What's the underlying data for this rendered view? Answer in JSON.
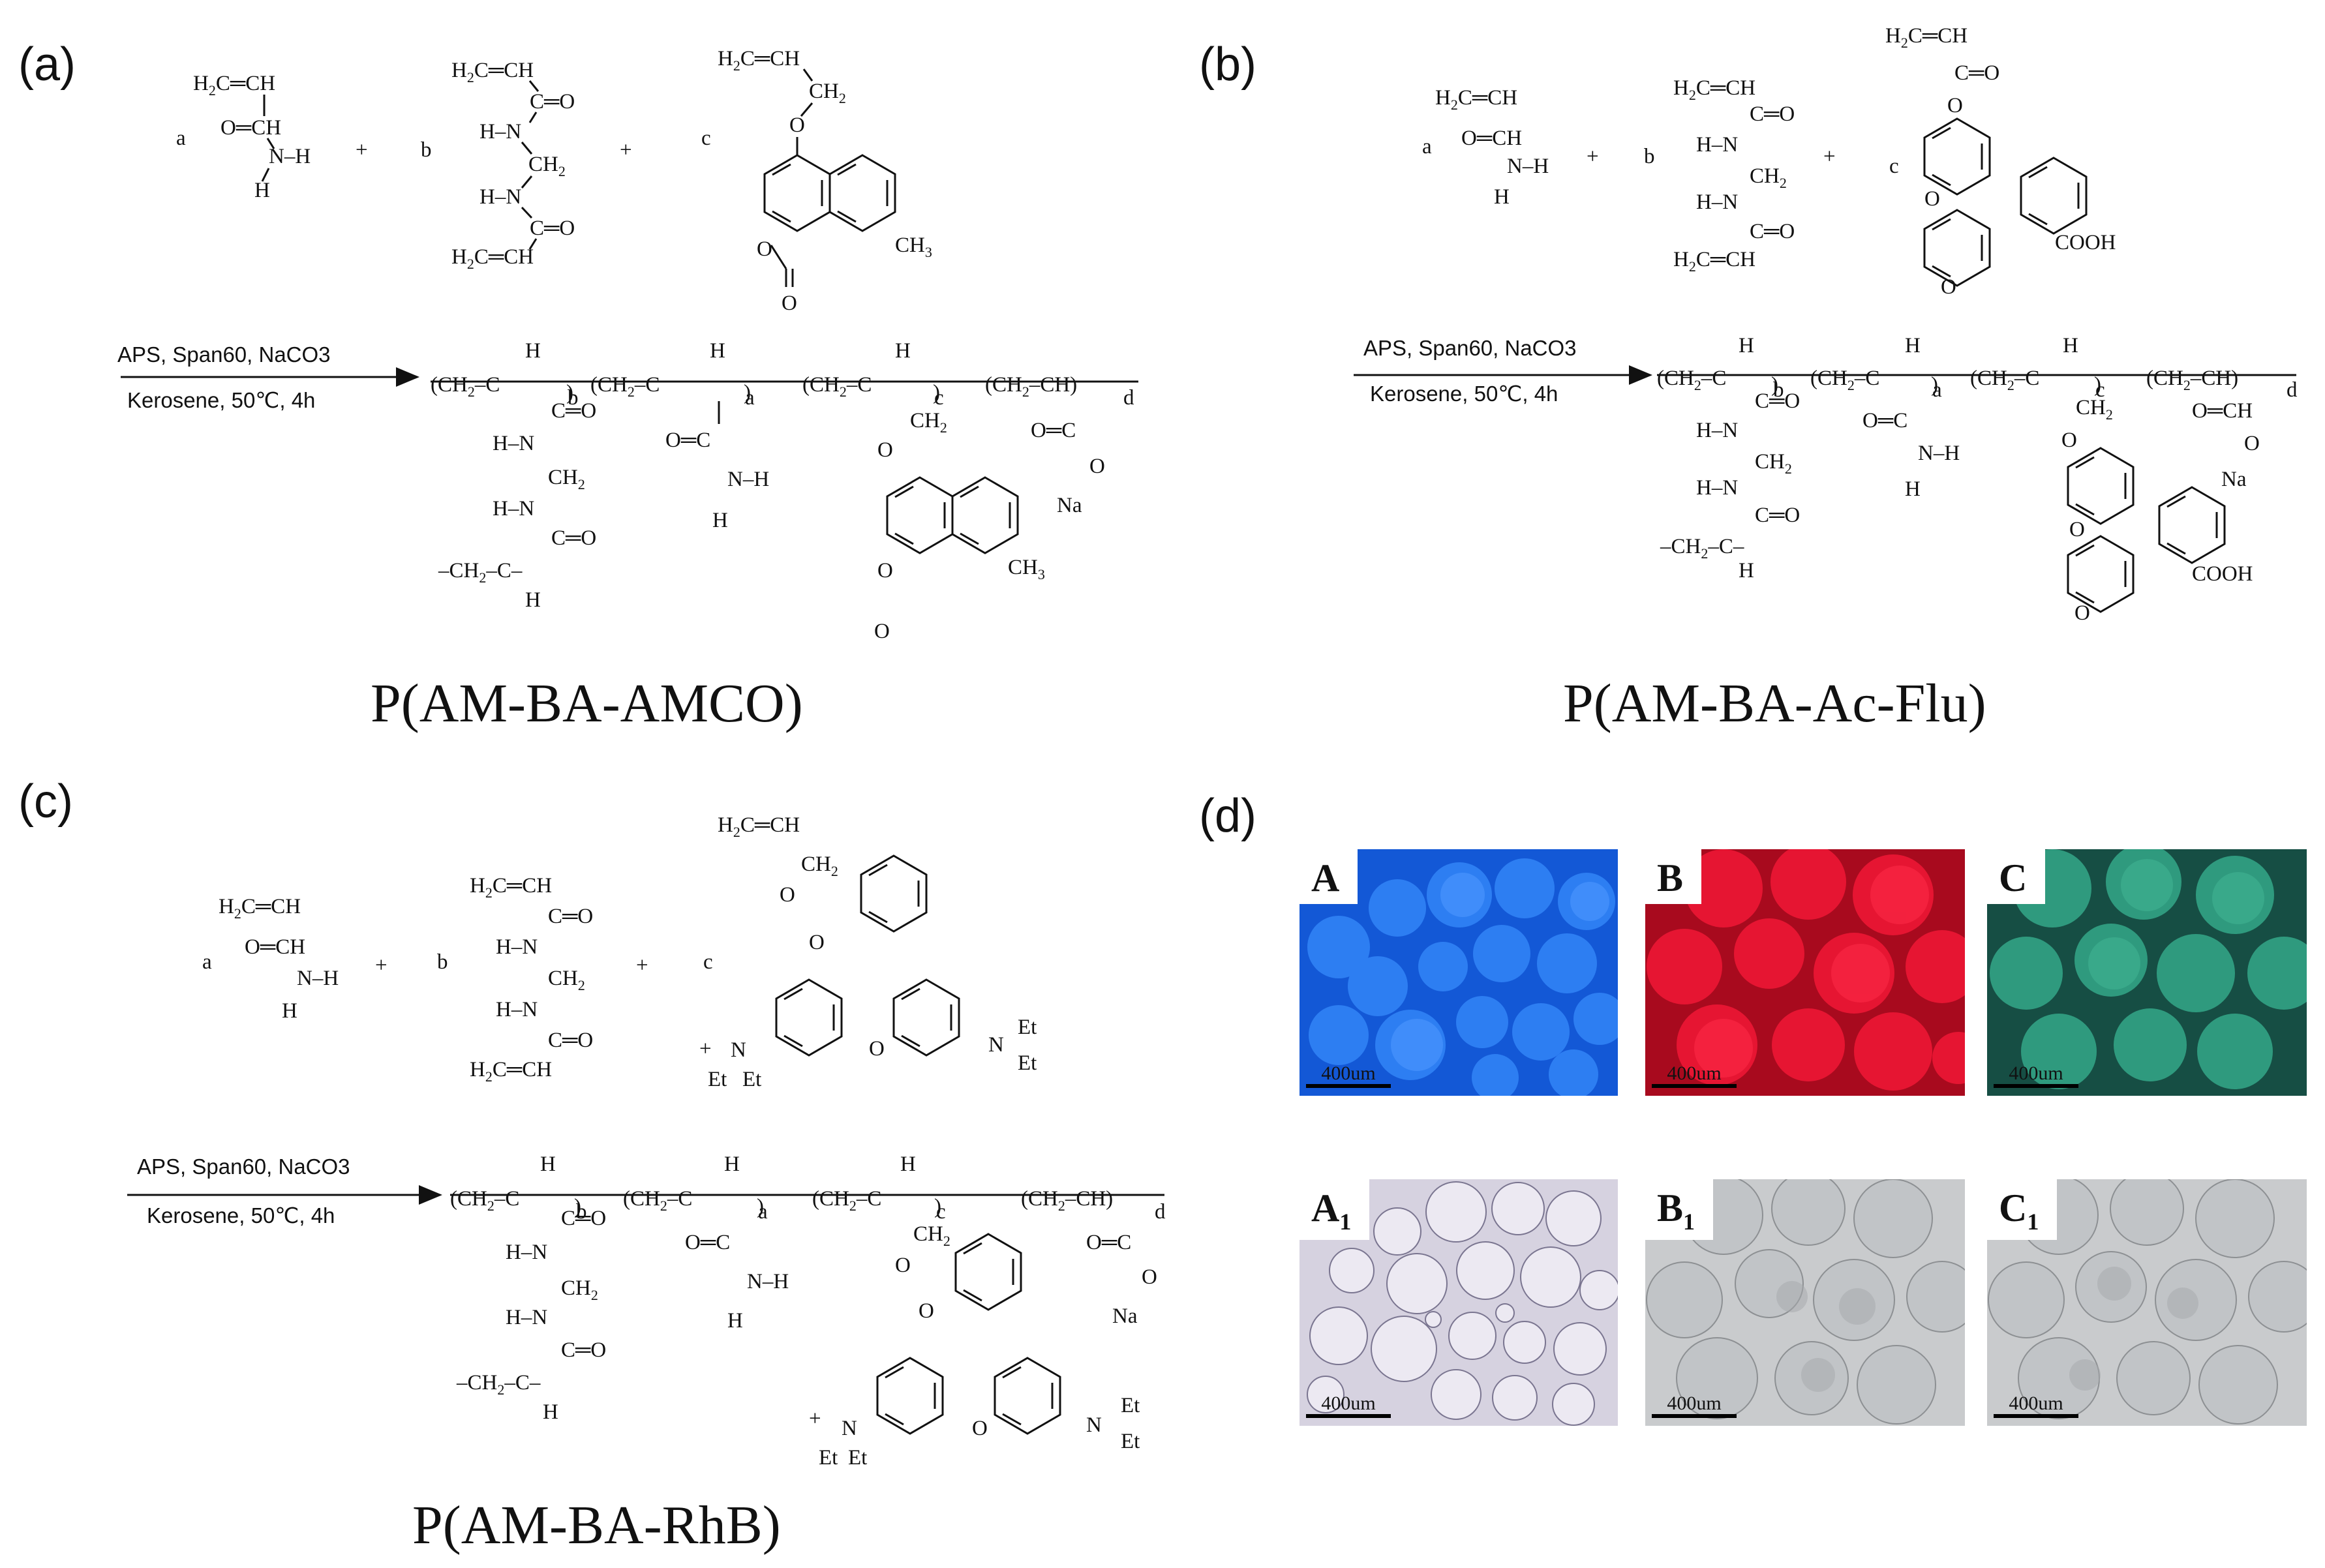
{
  "panels": {
    "a": {
      "label": "(a)",
      "product": "P(AM-BA-AMCO)"
    },
    "b": {
      "label": "(b)",
      "product": "P(AM-BA-Ac-Flu)"
    },
    "c": {
      "label": "(c)",
      "product": "P(AM-BA-RhB)"
    },
    "d": {
      "label": "(d)"
    }
  },
  "conditions": {
    "reagents": "APS,  Span60,  NaCO3",
    "solvent": "Kerosene,  50℃,  4h"
  },
  "micrographs": {
    "top": [
      {
        "letter": "A",
        "color": "#1463e0",
        "scale": "400um"
      },
      {
        "letter": "B",
        "color": "#e21330",
        "scale": "400um"
      },
      {
        "letter": "C",
        "color": "#2f9a7e",
        "scale": "400um"
      }
    ],
    "bottom": [
      {
        "letter": "A",
        "sub": "1",
        "scale": "400um"
      },
      {
        "letter": "B",
        "sub": "1",
        "scale": "400um"
      },
      {
        "letter": "C",
        "sub": "1",
        "scale": "400um"
      }
    ]
  }
}
